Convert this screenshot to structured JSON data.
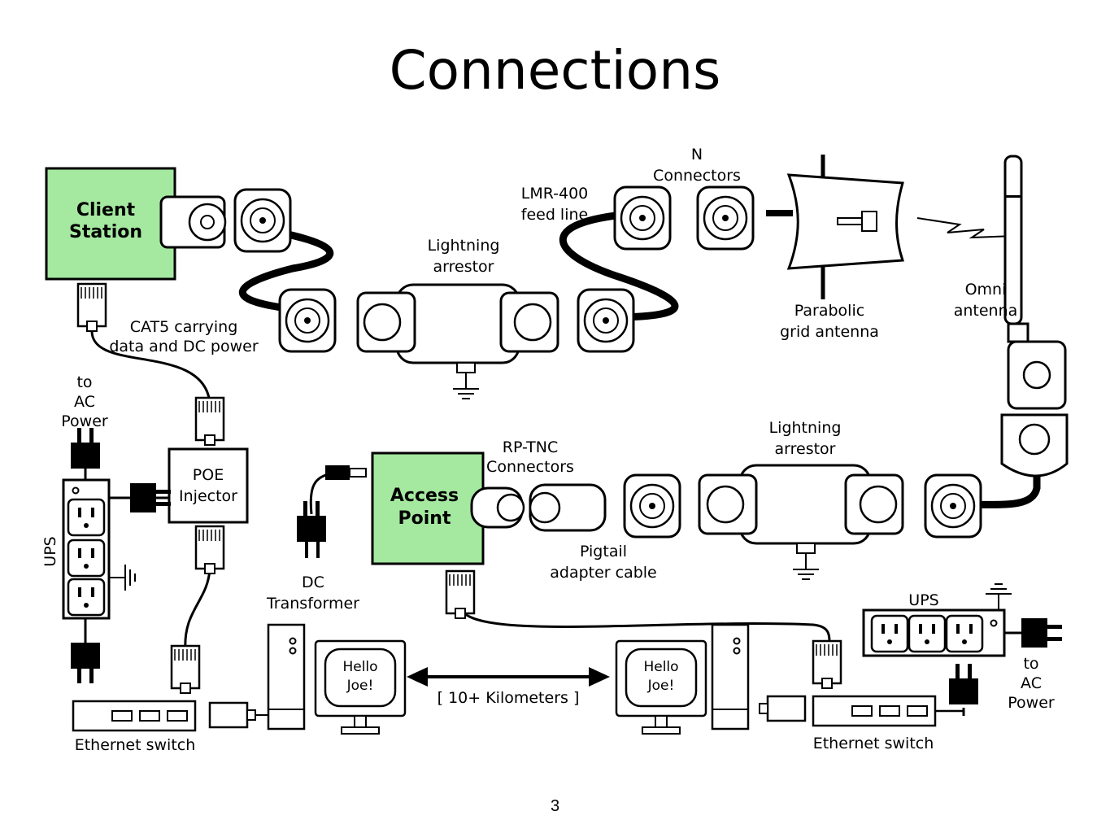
{
  "title": "Connections",
  "page_number": "3",
  "colors": {
    "station_fill": "#a5e8a0",
    "line": "#000000"
  },
  "labels": {
    "client_station": [
      "Client",
      "Station"
    ],
    "access_point": [
      "Access",
      "Point"
    ],
    "poe_injector": [
      "POE",
      "Injector"
    ],
    "n_connectors": [
      "N",
      "Connectors"
    ],
    "lmr400": [
      "LMR-400",
      "feed line"
    ],
    "lightning_arrestor_top": [
      "Lightning",
      "arrestor"
    ],
    "lightning_arrestor_bottom": [
      "Lightning",
      "arrestor"
    ],
    "parabolic": [
      "Parabolic",
      "grid antenna"
    ],
    "omni": [
      "Omni",
      "antenna"
    ],
    "cat5": [
      "CAT5 carrying",
      "data and DC power"
    ],
    "to_ac_power_left": [
      "to",
      "AC",
      "Power"
    ],
    "to_ac_power_right": [
      "to",
      "AC",
      "Power"
    ],
    "ups_left": "UPS",
    "ups_right": "UPS",
    "rp_tnc": [
      "RP-TNC",
      "Connectors"
    ],
    "pigtail": [
      "Pigtail",
      "adapter cable"
    ],
    "dc_transformer": [
      "DC",
      "Transformer"
    ],
    "hello_left": [
      "Hello",
      "Joe!"
    ],
    "hello_right": [
      "Hello",
      "Joe!"
    ],
    "distance": "[ 10+ Kilometers ]",
    "ethernet_switch_left": "Ethernet switch",
    "ethernet_switch_right": "Ethernet switch"
  }
}
